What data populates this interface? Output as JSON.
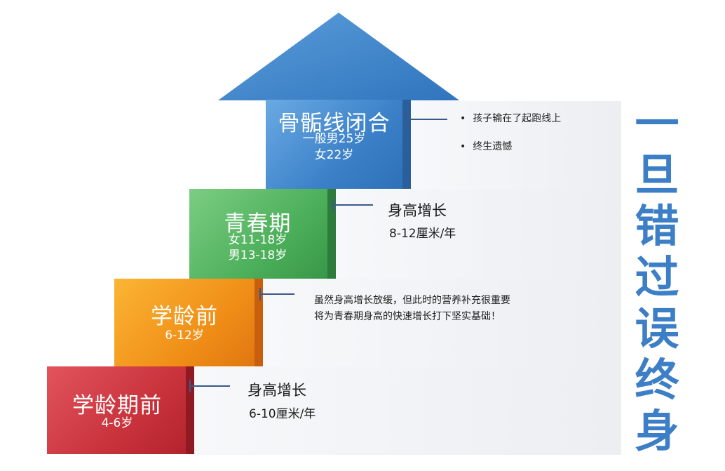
{
  "title_vertical": [
    "一",
    "旦",
    "错",
    "过",
    "误",
    "终",
    "身"
  ],
  "stages": [
    {
      "id": "preschool-early",
      "title": "学龄期前",
      "sub": [
        "4-6岁"
      ],
      "color": "#c3323a",
      "annotation_title": "身高增长",
      "annotation_value": "6-10厘米/年"
    },
    {
      "id": "preschool",
      "title": "学龄前",
      "sub": [
        "6-12岁"
      ],
      "color": "#ee8a12",
      "annotation_lines": [
        "虽然身高增长放缓，但此时的营养补充很重要",
        "将为青春期身高的快速增长打下坚实基础！"
      ]
    },
    {
      "id": "puberty",
      "title": "青春期",
      "sub": [
        "女11-18岁",
        "男13-18岁"
      ],
      "color": "#4fae5d",
      "annotation_title": "身高增长",
      "annotation_value": "8-12厘米/年"
    },
    {
      "id": "closure",
      "title": "骨骺线闭合",
      "sub": [
        "一般男25岁",
        "女22岁"
      ],
      "color": "#4a8fd0",
      "bullets": [
        "孩子输在了起跑线上",
        "终生遗憾"
      ]
    }
  ]
}
